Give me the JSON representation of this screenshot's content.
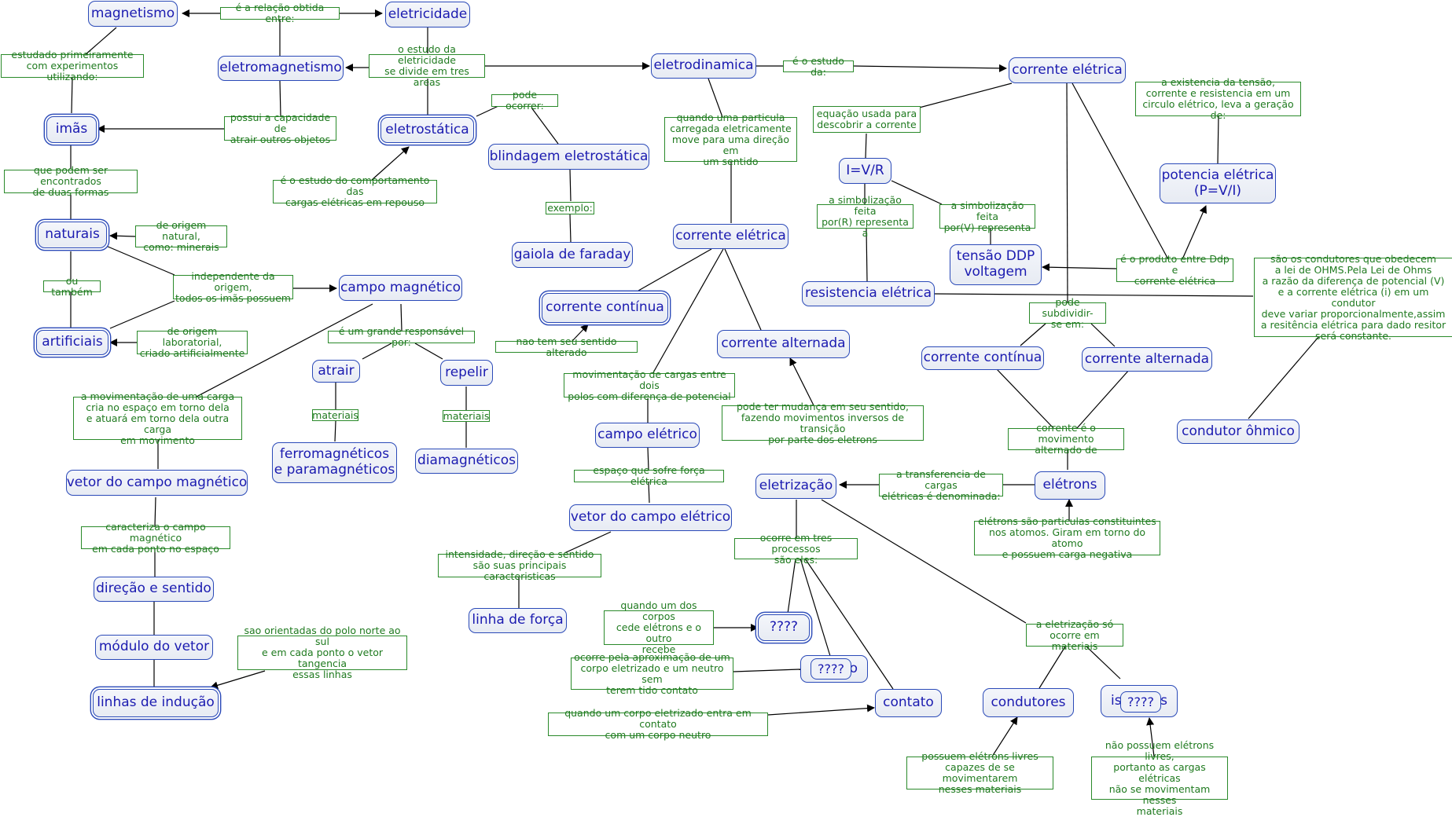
{
  "nodes": {
    "magnetismo": "magnetismo",
    "eletricidade": "eletricidade",
    "eletromagnetismo": "eletromagnetismo",
    "eletrodinamica": "eletrodinamica",
    "corrente_eletrica_top": "corrente elétrica",
    "imas": "imãs",
    "eletrostatica": "eletrostática",
    "blindagem": "blindagem eletrostática",
    "potencia": "potencia elétrica\n(P=V/I)",
    "ivr": "I=V/R",
    "naturais": "naturais",
    "corrente_eletrica_mid": "corrente elétrica",
    "gaiola": "gaiola de faraday",
    "tensao": "tensão DDP\nvoltagem",
    "campo_magnetico": "campo magnético",
    "resistencia": "resistencia elétrica",
    "corrente_continua_left": "corrente contínua",
    "artificiais": "artificiais",
    "atrair": "atrair",
    "repelir": "repelir",
    "corrente_alternada_left": "corrente alternada",
    "corrente_continua_right": "corrente contínua",
    "corrente_alternada_right": "corrente alternada",
    "condutor_ohmico": "condutor ôhmico",
    "campo_eletrico": "campo elétrico",
    "ferromagneticos": "ferromagnéticos\ne paramagnéticos",
    "diamagneticos": "diamagnéticos",
    "vetor_campo_magnetico": "vetor do campo magnético",
    "eletrizacao": "eletrização",
    "eletrons": "elétrons",
    "vetor_campo_eletrico": "vetor do campo elétrico",
    "direcao_sentido": "direção e sentido",
    "linha_forca": "linha de força",
    "modulo_vetor": "módulo do vetor",
    "atrito": "????",
    "inducao": "????",
    "inducao_suffix": "o",
    "contato": "contato",
    "linhas_inducao": "linhas de indução",
    "condutores": "condutores",
    "isolantes_prefix": "is",
    "isolantes_suffix": "s",
    "isolantes_overlay": "????"
  },
  "labels": {
    "relacao": "é a relação obtida entre:",
    "estudado": "estudado primeiramente\ncom experimentos utilizando:",
    "divide": "o estudo da eletricidade\nse divide em tres areas",
    "estudo_da": "é o estudo da:",
    "equacao": "equação usada para\ndescobrir a corrente",
    "existencia": "a existencia da tensão,\ncorrente e resistencia em um\ncirculo elétrico, leva a geração de:",
    "pode_ocorrer": "pode ocorrer:",
    "quando_particula": "quando uma particula\ncarregada eletricamente\nmove para uma direção em\num sentido",
    "capacidade": "possui a capacidade de\natrair outros objetos",
    "podem_ser": "que podem ser encontrados\nde duas formas",
    "comportamento": "é o estudo do comportamento das\ncargas elétricas em repouso",
    "exemplo": "exemplo:",
    "simbolizacao_r": "a simbolização feita\npor(R) representa a",
    "simbolizacao_v": "a simbolização feita\npor(V) representa",
    "origem_natural": "de origem natural,\ncomo: minerais",
    "ou_tambem": "ou também",
    "independente": "independente da origem,\ntodos os imãs possuem",
    "produto": "é o produto entre Ddp e\ncorrente elétrica",
    "condutores_ohms": "são os condutores que obedecem\na lei de OHMS.Pela Lei de Ohms\na razão da diferença de potencial (V)\ne a corrente elétrica (i) em um condutor\ndeve variar proporcionalmente,assim\na resitência elétrica para dado resitor\nserá constante.",
    "subdividir": "pode subdividir-\nse em:",
    "laboratorial": "de origem laboratorial,\ncriado artificialmente",
    "grande_responsavel": "é um grande responsável por:",
    "nao_alterado": "nao tem seu sentido alterado",
    "movimentacao_cargas": "movimentação de cargas entre dois\npolos com diferença de potencial",
    "movimentacao_carga": "a movimentação de uma carga\ncria no espaço em torno dela\ne atuará em torno dela outra carga\nem movimento",
    "materiais_1": "materiais",
    "materiais_2": "materiais",
    "mudanca": "pode ter mudança em seu sentido,\nfazendo movimentos inversos de transição\npor parte dos eletrons",
    "movimento_alternado": "corrente é o movimento\nalternado de",
    "espaco": "espaço que sofre força elétrica",
    "transferencia": "a transferencia de cargas\nelétricas é denominada:",
    "caracteriza": "caracteriza o campo magnético\nem cada ponto no espaço",
    "eletrons_particulas": "elétrons são particulas constituintes\nnos atomos. Giram em torno do atomo\ne possuem carga negativa",
    "tres_processos": "ocorre em tres processos\nsão eles:",
    "intensidade": "intensidade, direção e sentido\nsão suas principais caracteristicas",
    "cede": "quando um dos corpos\ncede elétrons e o outro\nrecebe",
    "so_ocorre": "a eletrização só\nocorre em materiais",
    "orientadas": "sao orientadas do polo norte ao sul\ne em cada ponto o vetor tangencia\nessas linhas",
    "aproximacao": "ocorre pela aproximação de um\ncorpo eletrizado e um neutro sem\nterem tido contato",
    "entra_contato": "quando um corpo eletrizado entra em contato\ncom um corpo neutro",
    "possuem": "possuem elétrons livres\ncapazes de se movimentarem\nnesses materiais",
    "nao_possuem": "não possuem elétrons livres,\nportanto as cargas elétricas\nnão se movimentam nesses\nmateriais"
  },
  "colors": {
    "node_border": "#2b4ab8",
    "node_text": "#1b1bb0",
    "label_border": "#2a8a2a",
    "label_text": "#1f7a1f",
    "line": "#000000"
  }
}
